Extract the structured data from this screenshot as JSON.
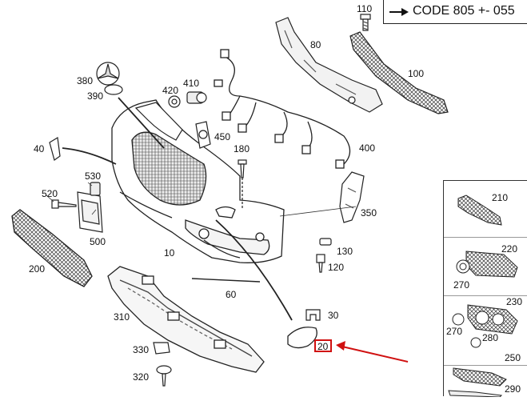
{
  "header": {
    "code_text": "CODE 805 +- 055",
    "arrow_icon": "right-arrow-icon"
  },
  "parts": {
    "p10": "10",
    "p20": "20",
    "p30": "30",
    "p40": "40",
    "p60": "60",
    "p80": "80",
    "p100": "100",
    "p110": "110",
    "p120": "120",
    "p130": "130",
    "p180": "180",
    "p200": "200",
    "p210": "210",
    "p220": "220",
    "p230": "230",
    "p250": "250",
    "p270a": "270",
    "p270b": "270",
    "p280": "280",
    "p290": "290",
    "p310": "310",
    "p320": "320",
    "p330": "330",
    "p350": "350",
    "p380": "380",
    "p390": "390",
    "p400": "400",
    "p410": "410",
    "p420": "420",
    "p450": "450",
    "p500": "500",
    "p520": "520",
    "p530": "530"
  },
  "highlight": {
    "selected_part": "20",
    "color": "#d01010"
  }
}
